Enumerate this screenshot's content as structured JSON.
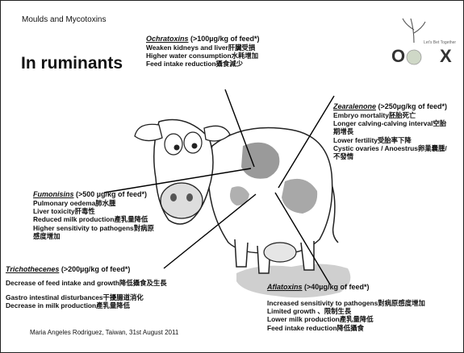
{
  "header": {
    "title": "Moulds and Mycotoxins",
    "subtitle": "In ruminants",
    "logo": {
      "letters": [
        "O",
        "X"
      ],
      "tagline": "Let's Bet Together"
    }
  },
  "blocks": {
    "ochratoxins": {
      "name": "Ochratoxins",
      "limit": " (>100µg/kg of feed*)",
      "lines": [
        "Weaken kidneys and liver肝臟受損",
        "Higher water consumption水耗增加",
        "Feed intake reduction攝食減少"
      ]
    },
    "zearalenone": {
      "name": "Zearalenone",
      "limit": " (>250µg/kg of feed*)",
      "lines": [
        "Embryo mortality胚胎死亡",
        "Longer calving-calving interval空胎",
        "期增長",
        "Lower fertility受胎率下降",
        "Cystic ovaries / Anoestrus卵巢囊腫/",
        "不發情"
      ]
    },
    "fumonisins": {
      "name": "Fumonisins",
      "limit": " (>500 µg/kg of feed*)",
      "lines": [
        "Pulmonary oedema肺水腫",
        "Liver toxicity肝毒性",
        "Reduced milk production產乳量降低",
        "Higher sensitivity to pathogens對病原",
        "感度增加"
      ]
    },
    "trichothecenes": {
      "name": "Trichothecenes",
      "limit": " (>200µg/kg of feed*)",
      "lines": [
        "Decrease of feed intake and growth降低攝食及生長",
        "",
        "Gastro intestinal disturbances干擾腸道消化",
        "Decrease in milk production產乳量降低"
      ]
    },
    "aflatoxins": {
      "name": "Aflatoxins",
      "limit": " (>40µg/kg of feed*)",
      "lines": [
        "Increased sensitivity to pathogens對病原感度增加",
        "Limited growth 、限制生長",
        "Lower milk production產乳量降低",
        "Feed intake reduction降低攝食"
      ]
    }
  },
  "footer": {
    "text": "Maria Angeles Rodriguez, Taiwan, 31st August 2011"
  }
}
